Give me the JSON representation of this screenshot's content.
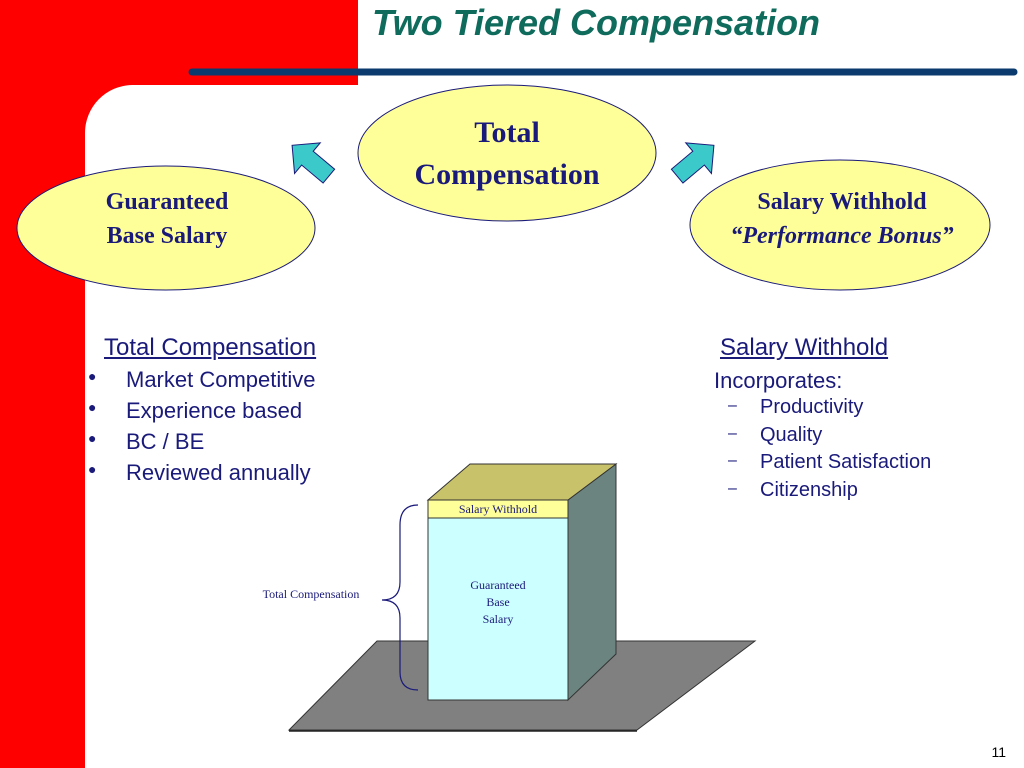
{
  "slide": {
    "title": "Two Tiered Compensation",
    "page_number": "11",
    "colors": {
      "red_band": "#ff0000",
      "navy": "#0b3a6e",
      "title_green": "#0f6b5c",
      "text_navy": "#1a1a7a",
      "ellipse_fill": "#ffff99",
      "arrow_cyan": "#3cc9c9"
    }
  },
  "ellipses": {
    "center": {
      "lines": [
        "Total",
        "Compensation"
      ]
    },
    "left": {
      "lines": [
        "Guaranteed",
        "Base Salary"
      ]
    },
    "right": {
      "line1": "Salary Withhold",
      "line2": "“Performance Bonus”"
    }
  },
  "left_section": {
    "heading": "Total Compensation",
    "bullets": [
      "Market Competitive",
      "Experience based",
      "BC / BE",
      "Reviewed annually"
    ]
  },
  "right_section": {
    "heading": "Salary Withhold",
    "intro": "Incorporates:",
    "items": [
      "Productivity",
      "Quality",
      "Patient Satisfaction",
      "Citizenship"
    ]
  },
  "box_diagram": {
    "top_label": "Salary Withhold",
    "body_lines": [
      "Guaranteed",
      "Base",
      "Salary"
    ],
    "brace_label": "Total Compensation"
  }
}
